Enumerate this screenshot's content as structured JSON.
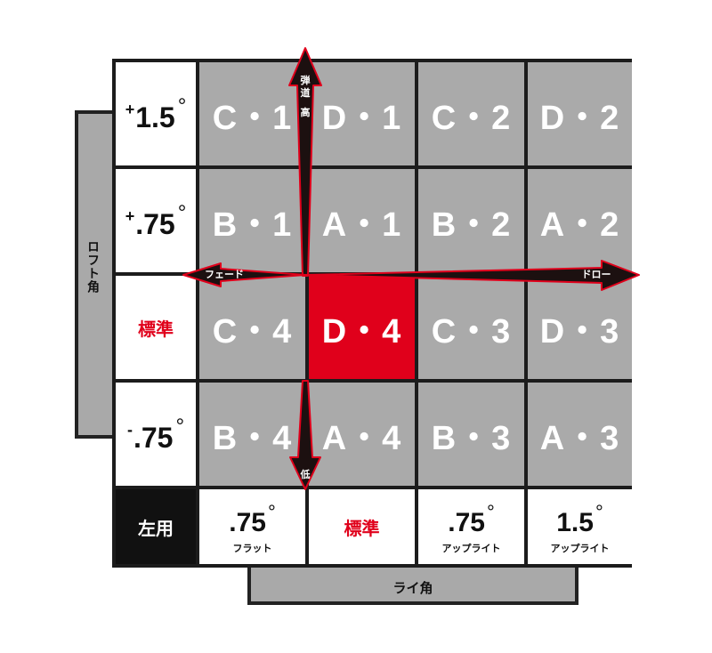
{
  "axes": {
    "loft": "ロフト角",
    "lie": "ライ角"
  },
  "loft_rows": [
    {
      "sign": "+",
      "value": "1.5",
      "deg": "°"
    },
    {
      "sign": "+",
      "value": ".75",
      "deg": "°"
    },
    {
      "label": "標準"
    },
    {
      "sign": "-",
      "value": ".75",
      "deg": "°"
    }
  ],
  "grid": [
    [
      "C・1",
      "D・1",
      "C・2",
      "D・2"
    ],
    [
      "B・1",
      "A・1",
      "B・2",
      "A・2"
    ],
    [
      "C・4",
      "D・4",
      "C・3",
      "D・3"
    ],
    [
      "B・4",
      "A・4",
      "B・3",
      "A・3"
    ]
  ],
  "highlight": {
    "row": 2,
    "col": 1,
    "color": "#e0001b"
  },
  "bottom_row": {
    "lefty": "左用",
    "cols": [
      {
        "value": ".75",
        "deg": "°",
        "sub": "フラット"
      },
      {
        "label": "標準"
      },
      {
        "value": ".75",
        "deg": "°",
        "sub": "アップライト"
      },
      {
        "value": "1.5",
        "deg": "°",
        "sub": "アップライト"
      }
    ]
  },
  "arrows": {
    "up_line1": "弾",
    "up_line2": "道",
    "up_line3": "高",
    "down": "低",
    "left": "フェード",
    "right": "ドロー"
  },
  "colors": {
    "red": "#e0001b",
    "gray": "#aaaaaa",
    "dark": "#1c1c1c"
  }
}
